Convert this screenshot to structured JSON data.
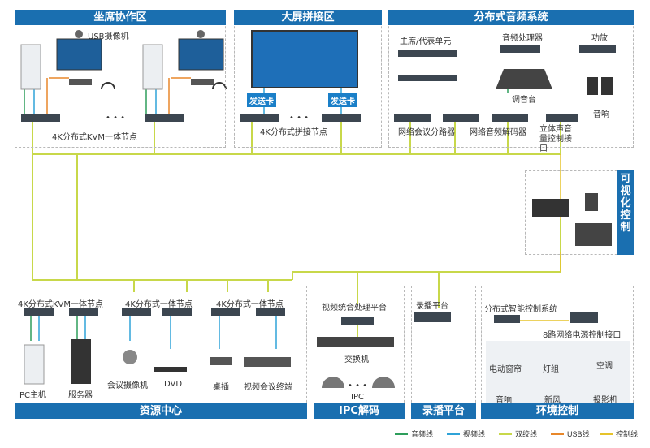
{
  "zones": {
    "seat": "坐席协作区",
    "screen": "大屏拼接区",
    "audio": "分布式音频系统",
    "visual": "可视化控制",
    "resource": "资源中心",
    "ipc": "IPC解码",
    "record": "录播平台",
    "env": "环境控制"
  },
  "labels": {
    "usb_camera": "USB摄像机",
    "kvm_node_top": "4K分布式KVM一体节点",
    "send_card_1": "发送卡",
    "send_card_2": "发送卡",
    "splice_node": "4K分布式拼接节点",
    "chair_unit": "主席/代表单元",
    "audio_processor": "音频处理器",
    "amplifier": "功放",
    "mixer": "调音台",
    "speaker": "音响",
    "conf_splitter": "网络会议分路器",
    "audio_decoder": "网络音频解码器",
    "stereo_ctrl": "立体声音量控制接口",
    "kvm_node_res": "4K分布式KVM一体节点",
    "node_2": "4K分布式一体节点",
    "node_3": "4K分布式一体节点",
    "pc_host": "PC主机",
    "server": "服务器",
    "conf_camera": "会议摄像机",
    "dvd": "DVD",
    "desk_plug": "桌插",
    "vc_terminal": "视频会议终端",
    "video_platform": "视频统合处理平台",
    "switch": "交换机",
    "ipc": "IPC",
    "record_platform": "录播平台",
    "smart_ctrl": "分布式智能控制系统",
    "power_ctrl": "8路网络电源控制接口",
    "curtain": "电动窗帘",
    "lights": "灯组",
    "ac": "空调",
    "env_speaker": "音响",
    "fresh_air": "新风",
    "projector": "投影机",
    "dots": "• • •"
  },
  "legend": [
    {
      "label": "音频线",
      "color": "#2e9e5b"
    },
    {
      "label": "视频线",
      "color": "#2fa3d8"
    },
    {
      "label": "双绞线",
      "color": "#c8d84a"
    },
    {
      "label": "USB线",
      "color": "#e8872a"
    },
    {
      "label": "控制线",
      "color": "#e6c32a"
    }
  ]
}
